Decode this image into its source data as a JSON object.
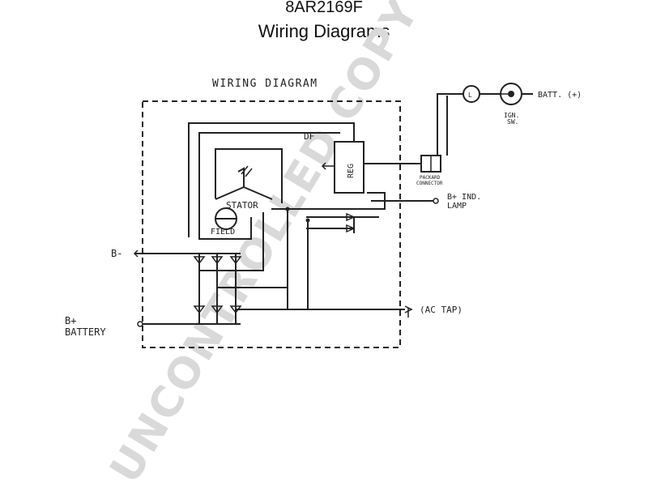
{
  "header": {
    "part_number": "8AR2169F",
    "subtitle": "Wiring Diagrams"
  },
  "diagram": {
    "heading": "WIRING DIAGRAM",
    "labels": {
      "df": "DF",
      "reg": "REG",
      "stator": "STATOR",
      "field": "FIELD",
      "b_minus": "B-",
      "b_plus": "B+",
      "battery": "BATTERY",
      "ac_tap": "(AC TAP)",
      "batt_plus": "BATT. (+)",
      "ign": "IGN.",
      "sw": "SW.",
      "packard_1": "PACKARD",
      "packard_2": "CONNECTOR",
      "ind_lamp_1": "B+ IND.",
      "ind_lamp_2": "LAMP",
      "l_terminal": "L"
    }
  },
  "watermark": {
    "text": "UNCONTROLLED COPY",
    "color": "#d9d9d9"
  }
}
